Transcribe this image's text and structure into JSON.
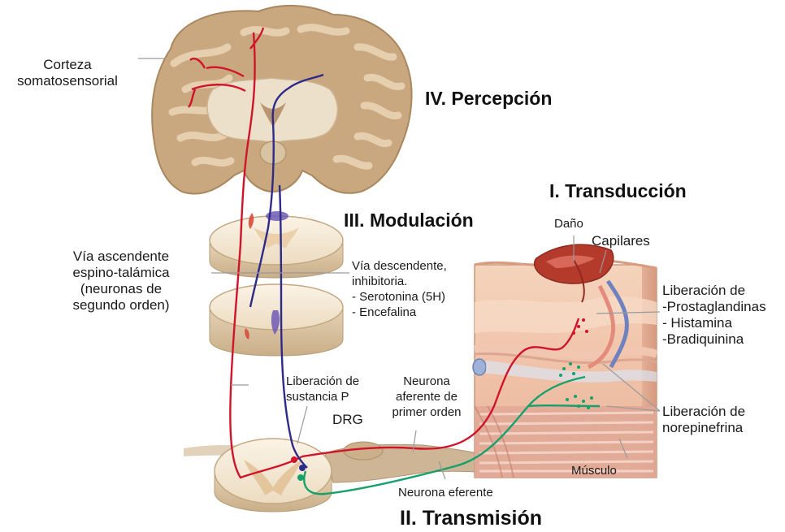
{
  "headings": {
    "perception": "IV. Percepción",
    "transduction": "I. Transducción",
    "modulation": "III. Modulación",
    "transmission": "II. Transmisión"
  },
  "labels": {
    "cortex": [
      "Corteza",
      "somatosensorial"
    ],
    "ascending": [
      "Vía  ascendente",
      "espino-talámica",
      "(neuronas de",
      "segundo orden)"
    ],
    "descending": [
      "Vía descendente,",
      "inhibitoria.",
      "- Serotonina (5H)",
      "- Encefalina"
    ],
    "substance_p": [
      "Liberación de",
      "sustancia P"
    ],
    "afferent": [
      "Neurona",
      "aferente de",
      "primer orden"
    ],
    "drg": "DRG",
    "efferent": "Neurona eferente",
    "damage": "Daño",
    "capillaries": "Capilares",
    "mediators": [
      "Liberación de",
      "-Prostaglandinas",
      "- Histamina",
      "-Bradiquinina"
    ],
    "norepinephrine": [
      "Liberación de",
      "norepinefrina"
    ],
    "muscle": "Músculo"
  },
  "colors": {
    "ascending_pathway": "#d0142a",
    "descending_pathway": "#2e2a8a",
    "efferent_pathway": "#16a06a",
    "brain_tissue": "#c9a880",
    "brain_gyri": "#e6cfae",
    "tissue": "#f1c8ac"
  }
}
